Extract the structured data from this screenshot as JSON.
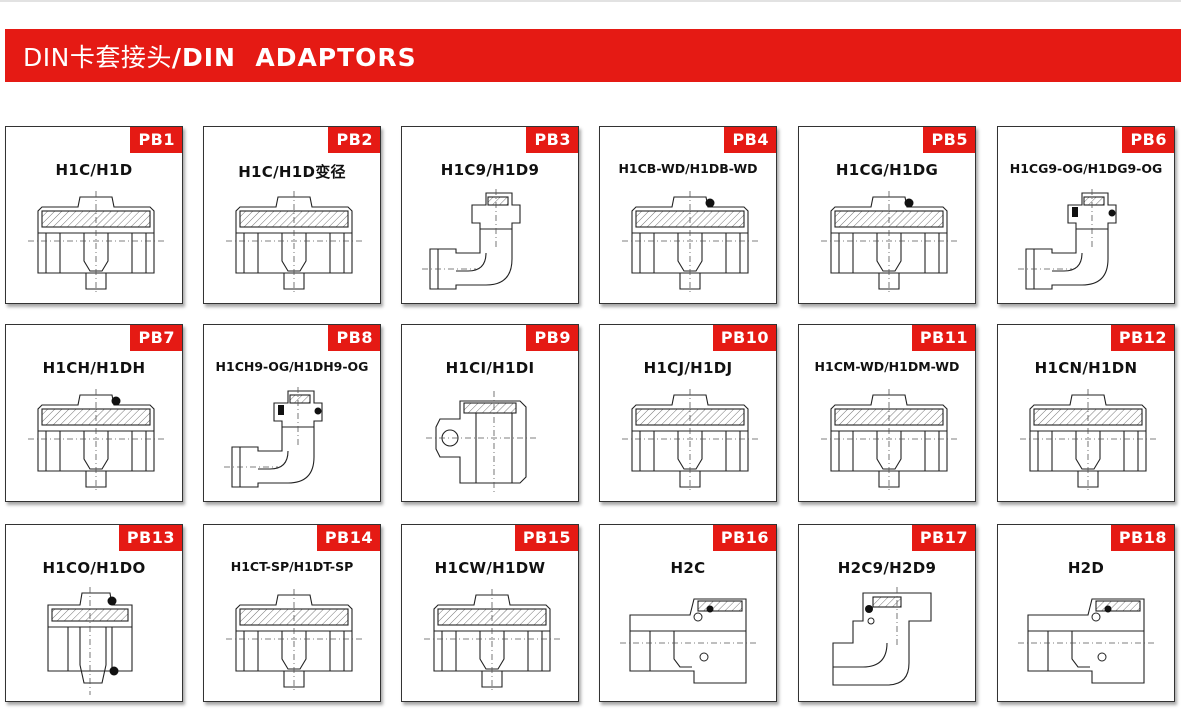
{
  "header": {
    "title_cn": "DIN卡套接头",
    "title_sep": "/",
    "title_en": "DIN  ADAPTORS",
    "accent_color": "#e51a14"
  },
  "products": [
    {
      "badge": "PB1",
      "code": "H1C/H1D",
      "drawing": "straight-adaptor-drawing"
    },
    {
      "badge": "PB2",
      "code": "H1C/H1D变径",
      "drawing": "reducing-adaptor-drawing"
    },
    {
      "badge": "PB3",
      "code": "H1C9/H1D9",
      "drawing": "elbow-adaptor-drawing"
    },
    {
      "badge": "PB4",
      "code": "H1CB-WD/H1DB-WD",
      "drawing": "straight-oring-adaptor-drawing"
    },
    {
      "badge": "PB5",
      "code": "H1CG/H1DG",
      "drawing": "straight-oring-adaptor-drawing"
    },
    {
      "badge": "PB6",
      "code": "H1CG9-OG/H1DG9-OG",
      "drawing": "elbow-oring-adaptor-drawing"
    },
    {
      "badge": "PB7",
      "code": "H1CH/H1DH",
      "drawing": "straight-oring-adaptor-drawing"
    },
    {
      "badge": "PB8",
      "code": "H1CH9-OG/H1DH9-OG",
      "drawing": "elbow-oring-adaptor-drawing"
    },
    {
      "badge": "PB9",
      "code": "H1CI/H1DI",
      "drawing": "banjo-adaptor-drawing"
    },
    {
      "badge": "PB10",
      "code": "H1CJ/H1DJ",
      "drawing": "straight-adaptor-drawing"
    },
    {
      "badge": "PB11",
      "code": "H1CM-WD/H1DM-WD",
      "drawing": "straight-adaptor-drawing"
    },
    {
      "badge": "PB12",
      "code": "H1CN/H1DN",
      "drawing": "straight-adaptor-drawing"
    },
    {
      "badge": "PB13",
      "code": "H1CO/H1DO",
      "drawing": "oring-face-adaptor-drawing"
    },
    {
      "badge": "PB14",
      "code": "H1CT-SP/H1DT-SP",
      "drawing": "straight-adaptor-drawing"
    },
    {
      "badge": "PB15",
      "code": "H1CW/H1DW",
      "drawing": "straight-adaptor-drawing"
    },
    {
      "badge": "PB16",
      "code": "H2C",
      "drawing": "swivel-adaptor-drawing"
    },
    {
      "badge": "PB17",
      "code": "H2C9/H2D9",
      "drawing": "swivel-elbow-adaptor-drawing"
    },
    {
      "badge": "PB18",
      "code": "H2D",
      "drawing": "swivel-adaptor-drawing"
    }
  ]
}
